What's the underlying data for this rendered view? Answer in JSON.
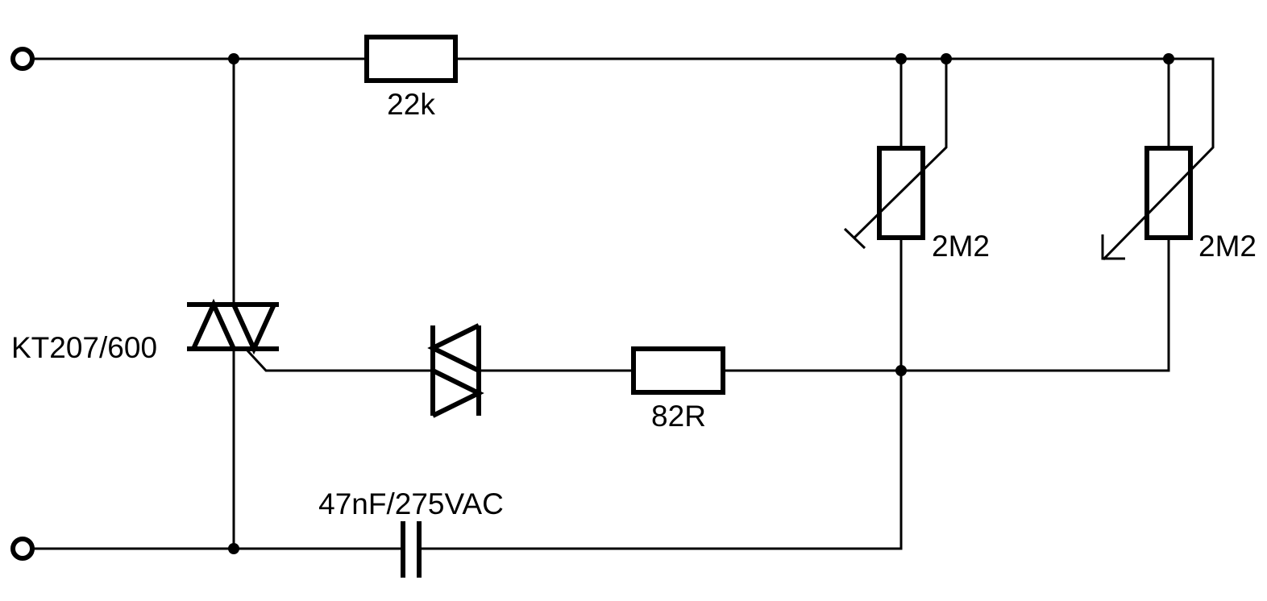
{
  "diagram": {
    "components": {
      "resistor_top": {
        "value": "22k"
      },
      "resistor_gate": {
        "value": "82R"
      },
      "thermistor_1": {
        "value": "2M2"
      },
      "thermistor_2": {
        "value": "2M2"
      },
      "triac": {
        "part": "KT207/600"
      },
      "capacitor": {
        "value": "47nF/275VAC"
      }
    }
  }
}
